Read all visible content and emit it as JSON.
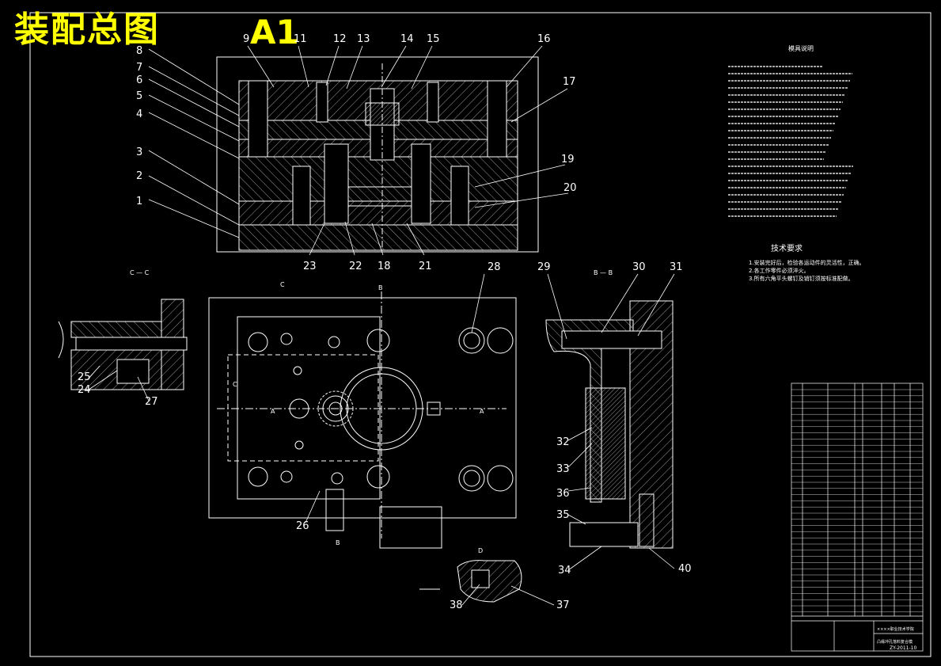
{
  "title": "装配总图",
  "sheet_size": "A1",
  "colors": {
    "background": "#000000",
    "outline": "#ffffff",
    "title": "#ffff00",
    "hatch": "#ffffff"
  },
  "callouts": [
    "1",
    "2",
    "3",
    "4",
    "5",
    "6",
    "7",
    "8",
    "9",
    "11",
    "12",
    "13",
    "14",
    "15",
    "16",
    "17",
    "18",
    "19",
    "20",
    "21",
    "22",
    "23",
    "24",
    "25",
    "26",
    "27",
    "28",
    "29",
    "30",
    "31",
    "32",
    "33",
    "34",
    "35",
    "36",
    "37",
    "38",
    "40"
  ],
  "section_labels": {
    "cc": "C — C",
    "bb": "B — B",
    "c_top": "C",
    "c_left": "C",
    "b_top": "B",
    "b_bottom": "B",
    "a_left": "A",
    "a_right": "A",
    "d_detail": "D"
  },
  "notes_title": "模具说明",
  "requirements_title": "技术要求",
  "requirements": [
    "1.安装完好后，检验各运动件的灵活性，正确。",
    "2.各工作零件必须淬火。",
    "3.所有六角平头螺钉及销钉须按标准配做。"
  ],
  "title_block": {
    "company": "××××职业技术学院",
    "drawing_name": "凸缘冲孔落料复合模",
    "drawing_no": "ZY-2011-10"
  }
}
